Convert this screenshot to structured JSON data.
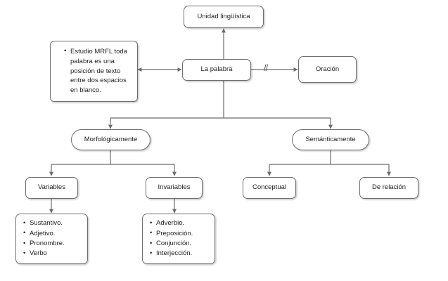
{
  "diagram": {
    "title_node": {
      "label": "Unidad lingüística"
    },
    "center_node": {
      "label": "La palabra"
    },
    "right_node": {
      "label": "Oración"
    },
    "note_node": {
      "bullets": [
        "Estudio MRFL toda palabra es una posición de texto entre dos espacios en blanco."
      ]
    },
    "branch_left": {
      "label": "Morfológicamente"
    },
    "branch_right": {
      "label": "Semánticamente"
    },
    "leaf_variables": {
      "label": "Variables"
    },
    "leaf_invariables": {
      "label": "Invariables"
    },
    "leaf_conceptual": {
      "label": "Conceptual"
    },
    "leaf_relacion": {
      "label": "De relación"
    },
    "list_variables": {
      "items": [
        "Sustantivo.",
        "Adjetivo.",
        "Pronombre.",
        "Verbo"
      ]
    },
    "list_invariables": {
      "items": [
        "Adverbio.",
        "Preposición.",
        "Conjunción.",
        "Interjección."
      ]
    },
    "break_marker": {
      "label": "//"
    },
    "colors": {
      "border": "#6e6e6e",
      "edge": "#6b6b6b",
      "text": "#1d1d1d",
      "background": "#ffffff"
    }
  }
}
